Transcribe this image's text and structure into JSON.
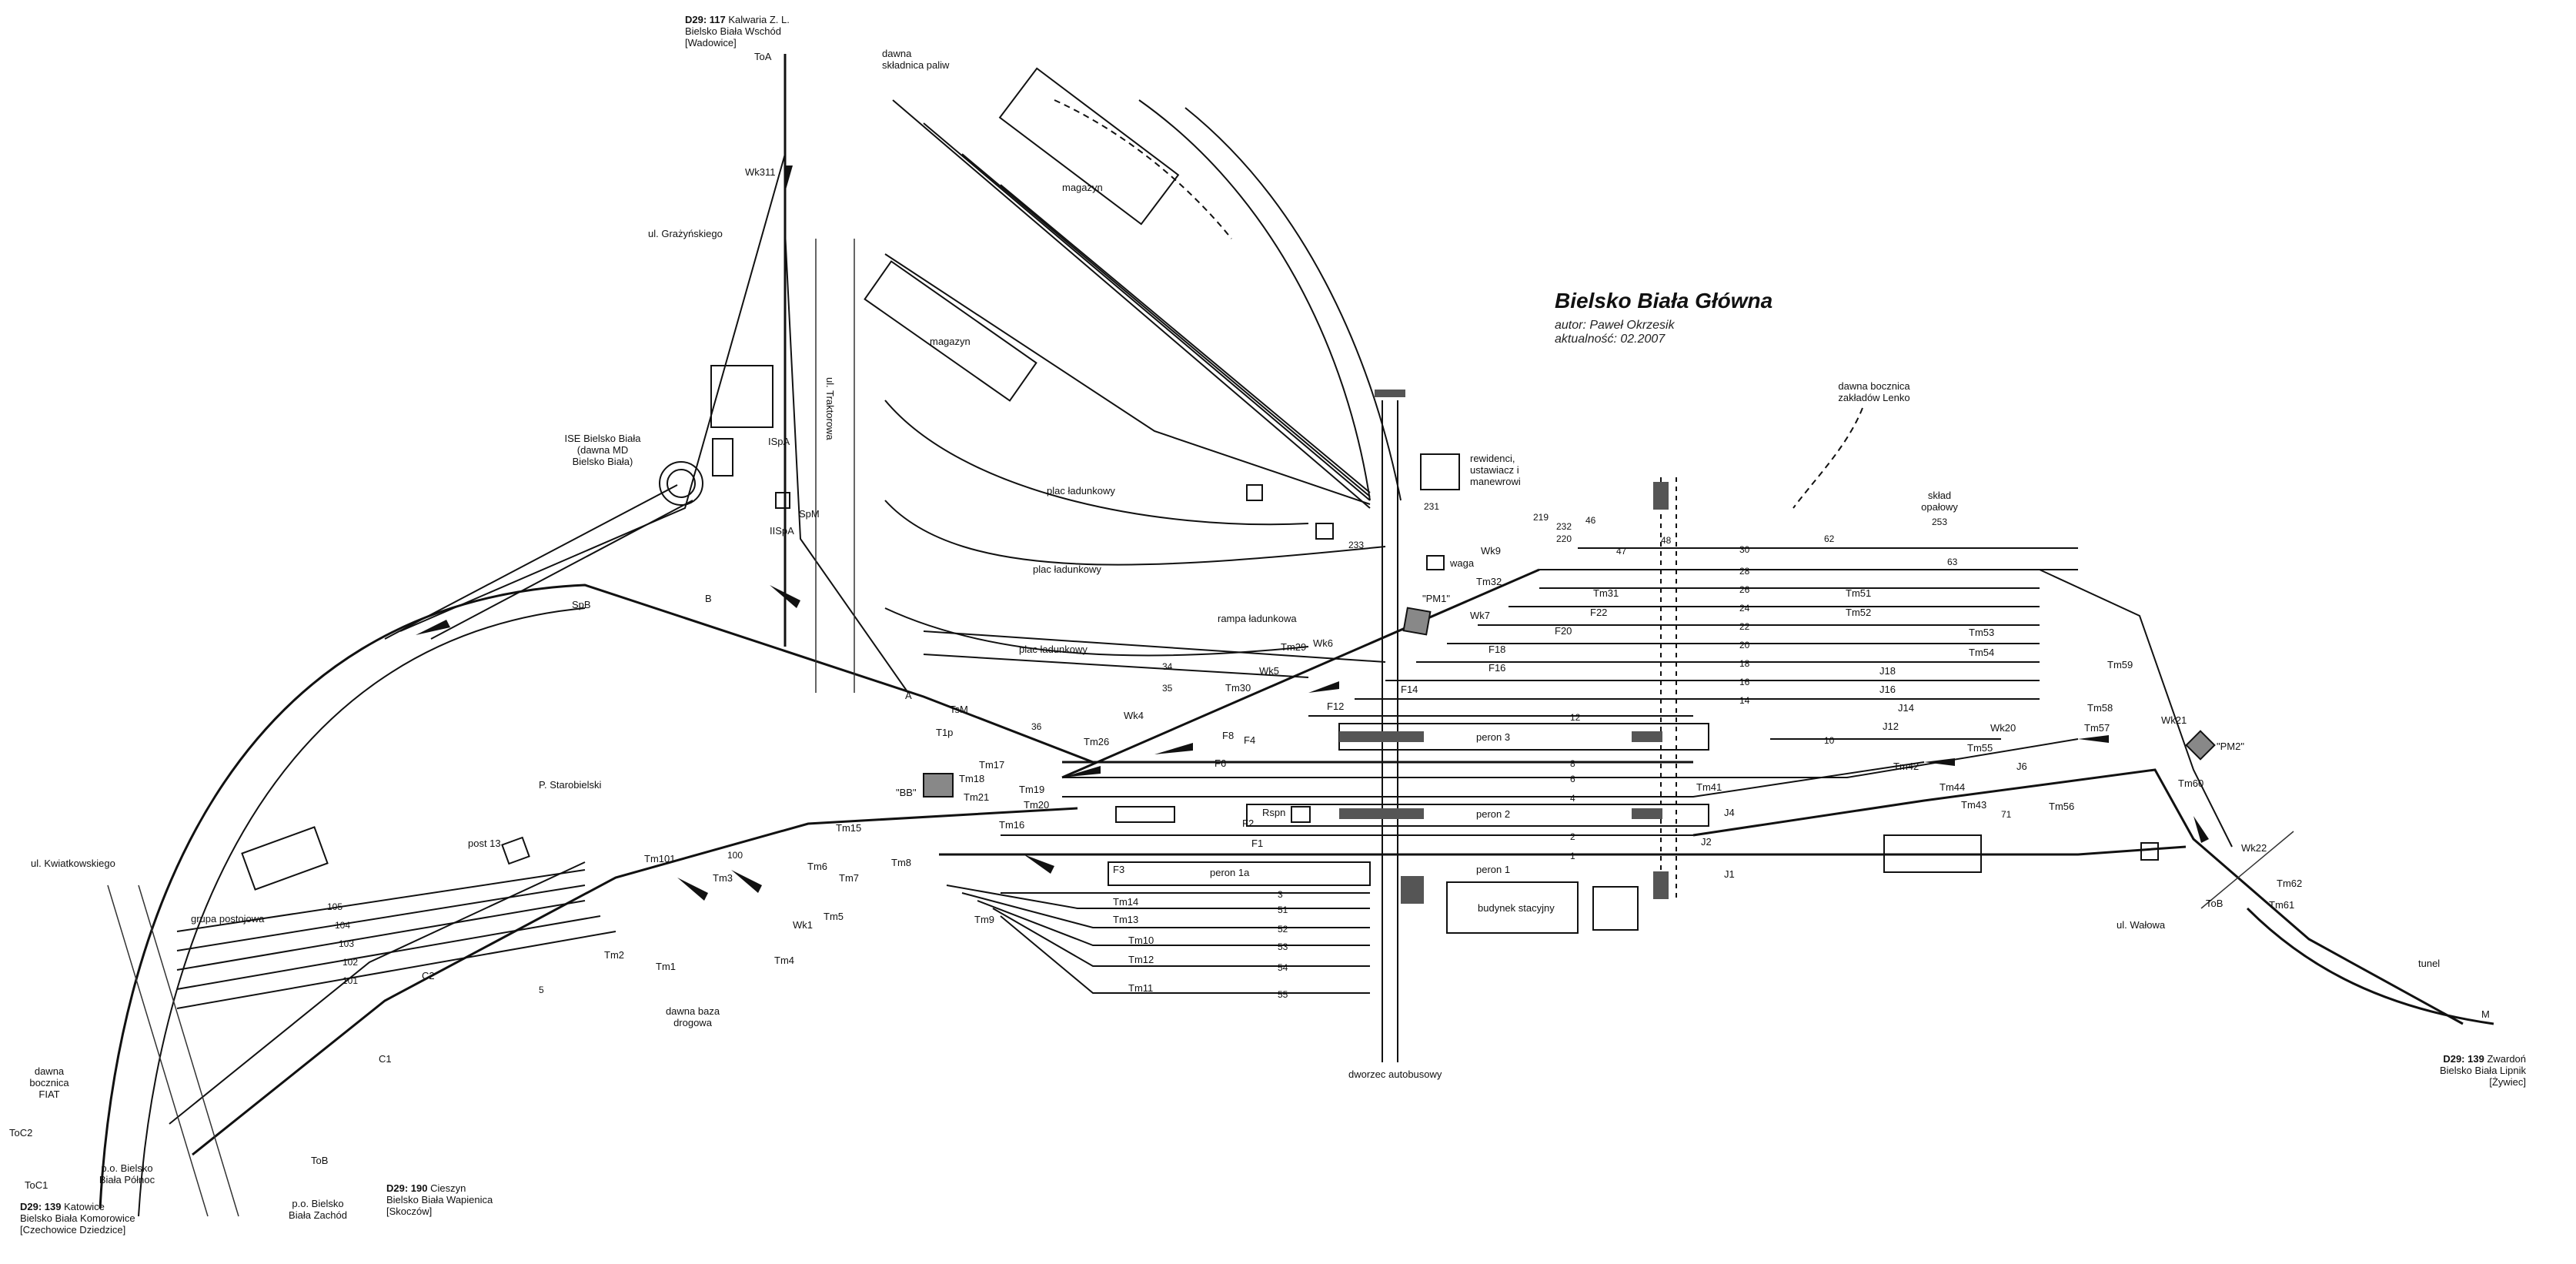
{
  "header": {
    "title": "Bielsko Biała Główna",
    "author": "autor: Paweł Okrzesik",
    "updated": "aktualność: 02.2007"
  },
  "terminals": {
    "north": {
      "line": "D29: 117",
      "name": "Kalwaria Z. L.",
      "line2": "Bielsko Biała Wschód",
      "line3": "[Wadowice]"
    },
    "southwest": {
      "line": "D29: 139",
      "name": "Katowice",
      "line2": "Bielsko Biała Komorowice",
      "line3": "[Czechowice Dziedzice]"
    },
    "south": {
      "line": "D29: 190",
      "name": "Cieszyn",
      "line2": "Bielsko Biała Wapienica",
      "line3": "[Skoczów]"
    },
    "east": {
      "line": "D29: 139",
      "name": "Zwardoń",
      "line2": "Bielsko Biała Lipnik",
      "line3": "[Żywiec]"
    }
  },
  "places": {
    "grazynskiego": "ul. Grażyńskiego",
    "traktorowa": "ul. Traktorowa",
    "kwiatkowskiego": "ul. Kwiatkowskiego",
    "walowa": "ul. Wałowa",
    "ise": "ISE Bielsko Biała (dawna MD Bielsko Biała)",
    "skladnica": "dawna składnica paliw",
    "magazyn1": "magazyn",
    "magazyn2": "magazyn",
    "plac1": "plac ładunkowy",
    "plac2": "plac ładunkowy",
    "plac3": "plac ładunkowy",
    "rampa": "rampa ładunkowa",
    "rewidenci": "rewidenci, ustawiacz i manewrowi",
    "waga": "waga",
    "lenko": "dawna bocznica zakładów Lenko",
    "sklad": "skład opałowy",
    "peron3": "peron 3",
    "peron2": "peron 2",
    "peron1a": "peron 1a",
    "peron1": "peron 1",
    "budynek": "budynek stacyjny",
    "dworzec": "dworzec autobusowy",
    "tunel": "tunel",
    "grupa": "grupa postojowa",
    "baza": "dawna baza drogowa",
    "starobielski": "P. Starobielski",
    "post13": "post 13",
    "fiat": "dawna bocznica FIAT",
    "polnoc": "p.o. Bielsko Biała Północ",
    "zachod": "p.o. Bielsko Biała Zachód",
    "toc2": "ToC2",
    "toc1": "ToC1",
    "tob1": "ToB",
    "tob2": "ToB",
    "toa": "ToA",
    "rspn": "Rspn",
    "bb": "\"BB\"",
    "pm1": "\"PM1\"",
    "pm2": "\"PM2\""
  },
  "tracks": {
    "main": [
      "1",
      "2",
      "4",
      "6",
      "8",
      "10",
      "12",
      "14",
      "16",
      "18",
      "20",
      "22",
      "24",
      "26",
      "28",
      "30"
    ],
    "south": [
      "51",
      "52",
      "53",
      "54",
      "55",
      "3",
      "5"
    ],
    "west": [
      "101",
      "102",
      "103",
      "104",
      "105",
      "100"
    ],
    "yard": [
      "34",
      "35",
      "36",
      "231",
      "232",
      "233",
      "219",
      "220",
      "46",
      "47",
      "48",
      "62",
      "63",
      "253",
      "71"
    ]
  },
  "signals": [
    "Tm101",
    "Tm1",
    "Tm2",
    "Tm3",
    "Tm4",
    "Tm5",
    "Tm6",
    "Tm7",
    "Tm8",
    "Tm9",
    "Tm10",
    "Tm11",
    "Tm12",
    "Tm13",
    "Tm14",
    "Tm15",
    "Tm16",
    "Tm17",
    "Tm18",
    "Tm19",
    "Tm20",
    "Tm21",
    "Tm26",
    "Tm29",
    "Tm30",
    "Tm31",
    "Tm32",
    "Tm41",
    "Tm42",
    "Tm43",
    "Tm44",
    "Tm51",
    "Tm52",
    "Tm53",
    "Tm54",
    "Tm55",
    "Tm56",
    "Tm57",
    "Tm58",
    "Tm59",
    "Tm60",
    "Tm61",
    "Tm62",
    "SpB",
    "SpM",
    "ISpA",
    "IISpA",
    "TsM",
    "T1p",
    "F4",
    "F6",
    "F8",
    "F12",
    "F14",
    "F16",
    "F18",
    "F20",
    "F22",
    "F1",
    "F2",
    "F3",
    "J1",
    "J2",
    "J4",
    "J6",
    "J12",
    "J14",
    "J16",
    "J18",
    "C1",
    "C2",
    "M",
    "B",
    "A",
    "Wk1",
    "Wk4",
    "Wk5",
    "Wk6",
    "Wk7",
    "Wk9",
    "Wk20",
    "Wk21",
    "Wk22",
    "Wk311"
  ],
  "colors": {
    "line": "#111111",
    "platform_fill": "#ffffff",
    "block": "#555555"
  }
}
